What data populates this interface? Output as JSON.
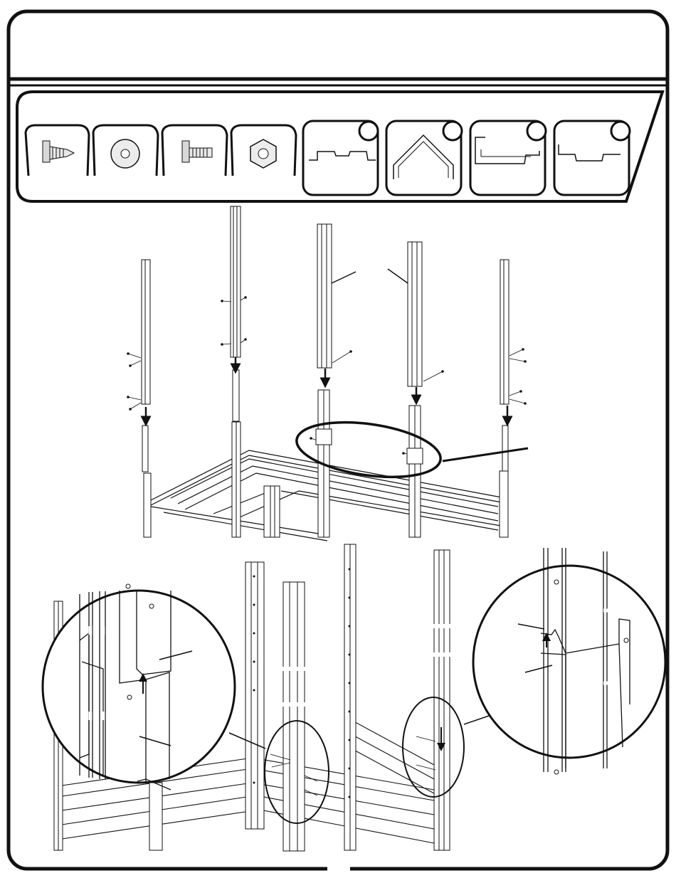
{
  "page": {
    "kind": "assembly-instruction-sheet",
    "header_text": "",
    "step_number": "",
    "colors": {
      "ink": "#111111",
      "paper": "#ffffff",
      "panel_fill": "#e9e9e9",
      "panel_line": "#9a9a9a"
    }
  },
  "parts_panel": {
    "hardware": [
      {
        "icon": "sheet-metal-screw-icon",
        "label": ""
      },
      {
        "icon": "washer-icon",
        "label": ""
      },
      {
        "icon": "machine-screw-icon",
        "label": ""
      },
      {
        "icon": "hex-nut-icon",
        "label": ""
      }
    ],
    "profiles": [
      {
        "icon": "wall-channel-profile-icon",
        "callout": ""
      },
      {
        "icon": "corner-post-profile-icon",
        "callout": ""
      },
      {
        "icon": "door-frame-profile-icon",
        "callout": ""
      },
      {
        "icon": "joiner-channel-profile-icon",
        "callout": ""
      }
    ]
  },
  "illustration": {
    "upper_view": "posts-lowered-onto-frame",
    "lower_view": "post-joint-detail-magnified",
    "leader_labels": []
  }
}
